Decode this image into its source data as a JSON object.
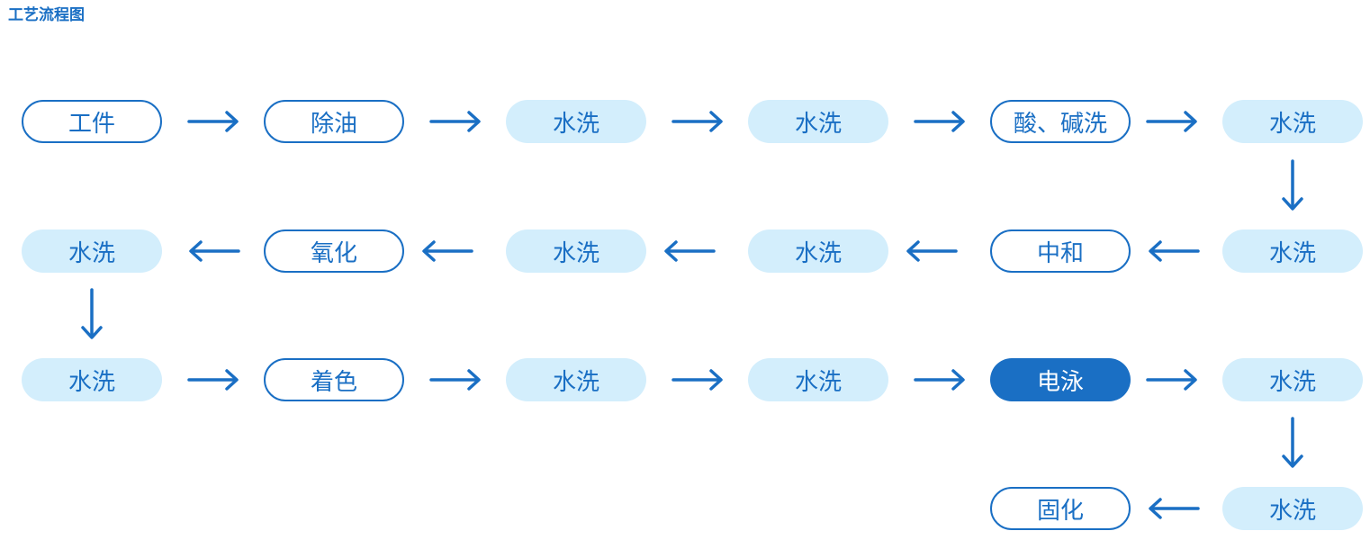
{
  "title": "工艺流程图",
  "colors": {
    "primary": "#1a6fc4",
    "light_fill": "#d3eefc",
    "background": "#ffffff"
  },
  "steps": [
    {
      "label": "工件",
      "style": "outline"
    },
    {
      "label": "除油",
      "style": "outline"
    },
    {
      "label": "水洗",
      "style": "fill"
    },
    {
      "label": "水洗",
      "style": "fill"
    },
    {
      "label": "酸、碱洗",
      "style": "outline"
    },
    {
      "label": "水洗",
      "style": "fill"
    },
    {
      "label": "水洗",
      "style": "fill"
    },
    {
      "label": "中和",
      "style": "outline"
    },
    {
      "label": "水洗",
      "style": "fill"
    },
    {
      "label": "水洗",
      "style": "fill"
    },
    {
      "label": "氧化",
      "style": "outline"
    },
    {
      "label": "水洗",
      "style": "fill"
    },
    {
      "label": "水洗",
      "style": "fill"
    },
    {
      "label": "着色",
      "style": "outline"
    },
    {
      "label": "水洗",
      "style": "fill"
    },
    {
      "label": "水洗",
      "style": "fill"
    },
    {
      "label": "电泳",
      "style": "solid"
    },
    {
      "label": "水洗",
      "style": "fill"
    },
    {
      "label": "水洗",
      "style": "fill"
    },
    {
      "label": "固化",
      "style": "outline"
    }
  ]
}
